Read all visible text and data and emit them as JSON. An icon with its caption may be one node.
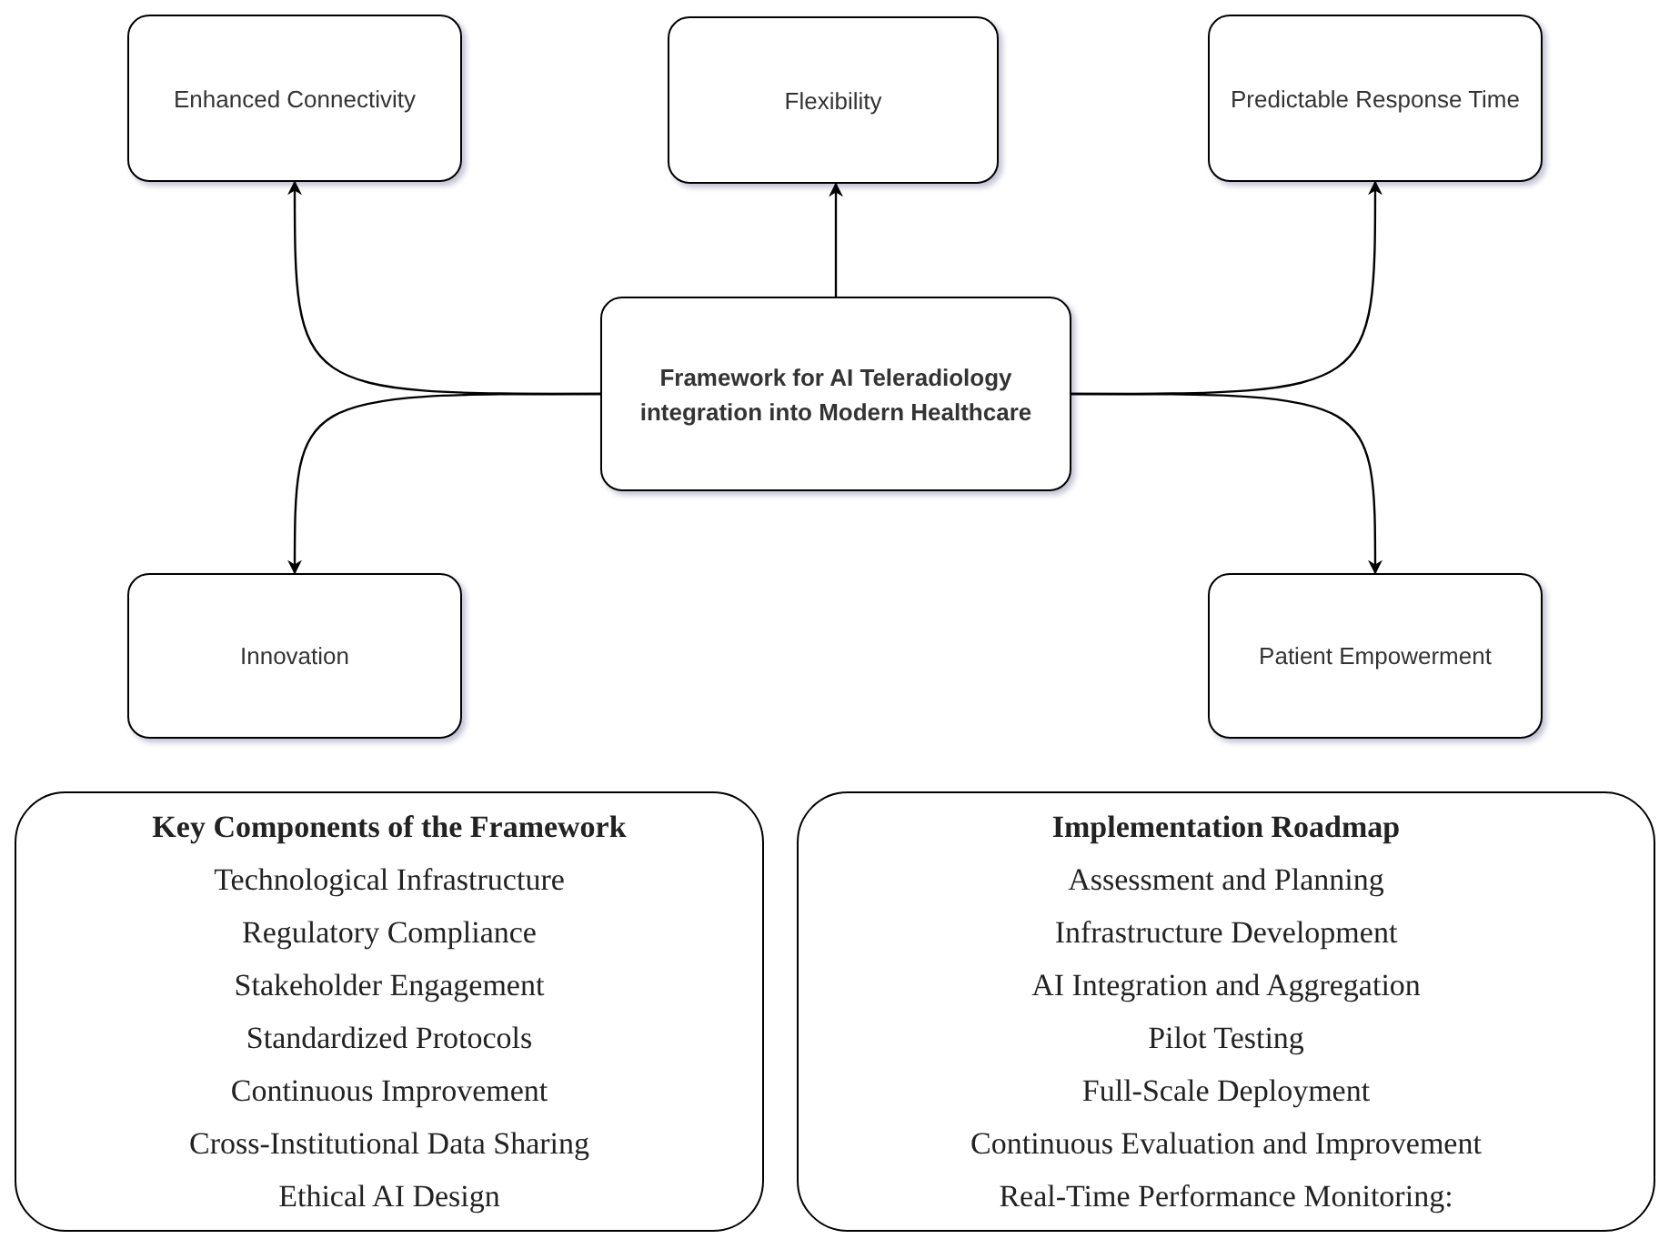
{
  "diagram": {
    "nodes": [
      {
        "text": [
          "Enhanced Connectivity"
        ]
      },
      {
        "text": [
          "Flexibility"
        ]
      },
      {
        "text": [
          "Predictable Response Time"
        ]
      },
      {
        "text": [
          "Framework for AI Teleradiology integration into Modern Healthcare"
        ]
      },
      {
        "text": [
          "Innovation"
        ]
      },
      {
        "text": [
          "Patient Empowerment"
        ]
      },
      {
        "text": [
          "Key Components of the Framework",
          "Technological Infrastructure",
          "Regulatory Compliance",
          "Stakeholder Engagement",
          "Standardized Protocols",
          "Continuous Improvement",
          "Cross-Institutional Data Sharing",
          "Ethical AI Design"
        ]
      },
      {
        "text": [
          "Implementation Roadmap",
          "Assessment and Planning",
          "Infrastructure Development",
          "AI Integration and Aggregation",
          "Pilot Testing",
          "Full-Scale Deployment",
          "Continuous Evaluation and Improvement",
          "Real-Time Performance Monitoring:"
        ]
      }
    ],
    "edges": [
      {
        "from": 3,
        "to": 0,
        "arrow": "to"
      },
      {
        "from": 3,
        "to": 1,
        "arrow": "to"
      },
      {
        "from": 3,
        "to": 2,
        "arrow": "to"
      },
      {
        "from": 3,
        "to": 4,
        "arrow": "to"
      },
      {
        "from": 3,
        "to": 5,
        "arrow": "to"
      }
    ]
  }
}
